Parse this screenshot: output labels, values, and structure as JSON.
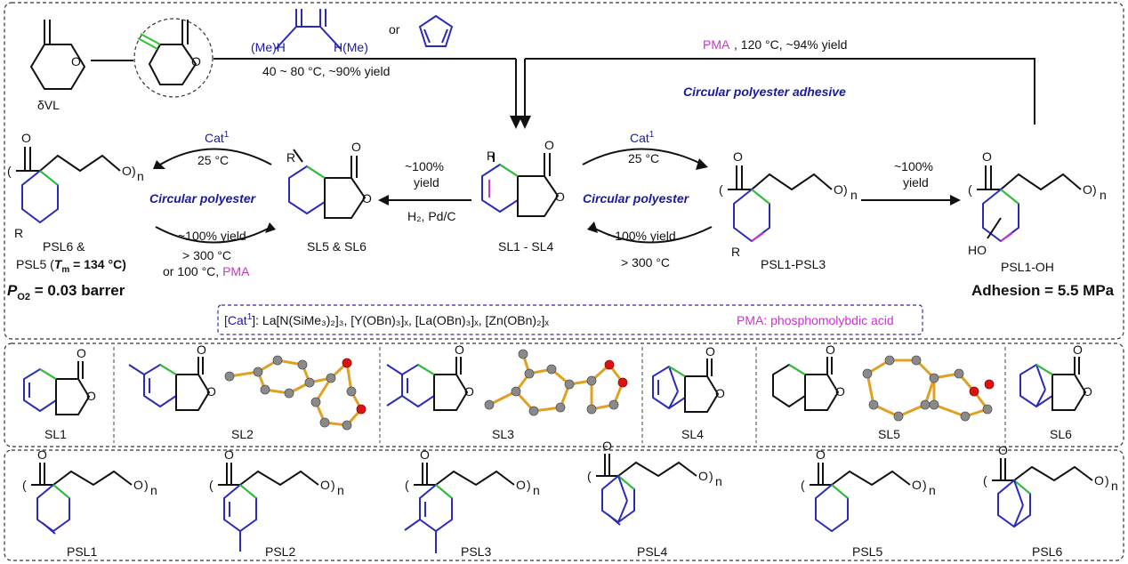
{
  "reaction": {
    "dvl_label": "δVL",
    "diene_sub1": "(Me)H",
    "diene_sub2": "H(Me)",
    "or_text": "or",
    "diels_alder_cond": "40 ~ 80 °C, ~90% yield",
    "pma_cond_pma": "PMA",
    "pma_cond_rest": ", 120 °C, ~94% yield",
    "circular_adhesive": "Circular polyester adhesive",
    "cat_left": "Cat",
    "cat_sup": "1",
    "temp_left": "25 °C",
    "circular_left": "Circular polyester",
    "yield_left": "~100% yield",
    "depoly_left1": "> 300 °C",
    "depoly_left2": "or 100 °C, ",
    "depoly_left_pma": "PMA",
    "psl56_label": "PSL6 &",
    "psl5_label": "PSL5 (",
    "tm_label": "T",
    "tm_sub": "m",
    "tm_value": " = 134 °C)",
    "po2_p": "P",
    "po2_sub": "O2",
    "po2_value": " = 0.03 barrer",
    "sl56_label": "SL5 & SL6",
    "hydro_yield1": "~100%",
    "hydro_yield2": "yield",
    "hydro_cond": "H₂, Pd/C",
    "sl14_label": "SL1 - SL4",
    "cat_right": "Cat",
    "temp_right": "25 °C",
    "circular_right": "Circular polyester",
    "yield_right": "~100% yield",
    "depoly_right": "> 300 °C",
    "psl13_label": "PSL1-PSL3",
    "oh_yield1": "~100%",
    "oh_yield2": "yield",
    "psl1oh_label": "PSL1-OH",
    "ho_label": "HO",
    "r_label": "R",
    "n_label": "n",
    "o_label": "O",
    "adhesion": "Adhesion = 5.5 MPa"
  },
  "catalyst_box": {
    "cat_bracket": "[Cat",
    "cat_sup": "1",
    "cat_list": "]: La[N(SiMe₃)₂]₃, [Y(OBn)₃]ₓ, [La(OBn)₃]ₓ, [Zn(OBn)₂]ₓ",
    "pma_label": "PMA: ",
    "pma_name": "phosphomolybdic acid"
  },
  "monomers": [
    "SL1",
    "SL2",
    "SL3",
    "SL4",
    "SL5",
    "SL6"
  ],
  "polymers": [
    "PSL1",
    "PSL2",
    "PSL3",
    "PSL4",
    "PSL5",
    "PSL6"
  ],
  "colors": {
    "blue": "#2b2bb8",
    "green": "#2ec42e",
    "magenta": "#cc33cc",
    "crystal_bond": "#e0a020",
    "oxygen": "#dd1111",
    "carbon": "#8a8a8a"
  }
}
